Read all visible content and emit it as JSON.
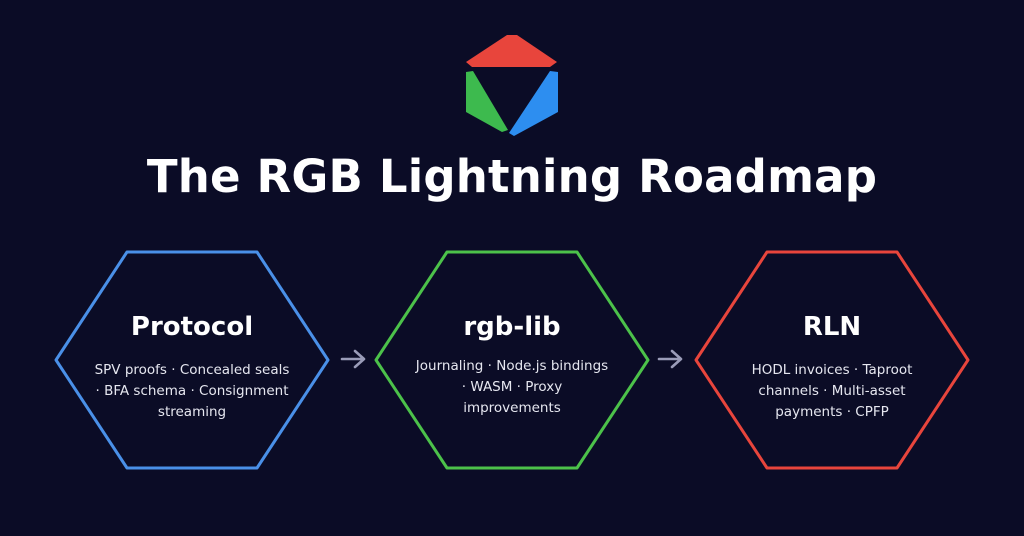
{
  "title": "The RGB Lightning Roadmap",
  "logo": {
    "icon": "rgb-triangle-logo-icon",
    "colors": {
      "top": "#e8453c",
      "left": "#3dba4e",
      "right": "#2d8ef0"
    }
  },
  "stages": [
    {
      "title": "Protocol",
      "description": "SPV proofs · Concealed seals · BFA schema · Consignment streaming",
      "color": "#4a90e8"
    },
    {
      "title": "rgb-lib",
      "description": "Journaling · Node.js bindings · WASM · Proxy improvements",
      "color": "#4cc24a"
    },
    {
      "title": "RLN",
      "description": "HODL invoices · Taproot channels · Multi-asset payments · CPFP",
      "color": "#e8453c"
    }
  ],
  "arrow_icon": "arrow-right-icon",
  "arrow_color": "#9a9cb8"
}
